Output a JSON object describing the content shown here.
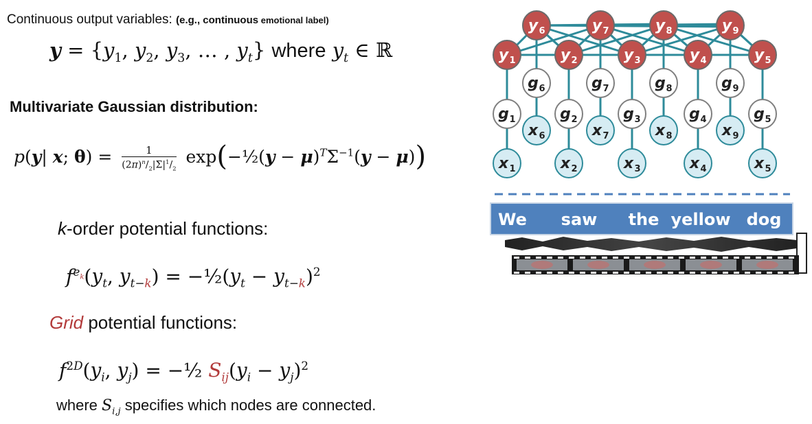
{
  "left": {
    "intro": "Continuous output variables:",
    "intro_example_prefix": "(e.g., ",
    "intro_example_bold": "continuous",
    "intro_example_suffix": " emotional label)",
    "y_def_lhs": "y = {y",
    "y_def_seq": "1, y2, y3, …, yt}",
    "y_def_where": "where",
    "y_def_rhs": "yt ∈ ℝ",
    "mvg_title": "Multivariate Gaussian distribution:",
    "korder_k": "k",
    "korder_rest": "-order potential functions:",
    "grid_word": "Grid",
    "grid_rest": " potential functions:",
    "where_pre": "where ",
    "where_sym": "Si,j",
    "where_post": " specifies which nodes are connected."
  },
  "graph": {
    "y_top": [
      "y6",
      "y7",
      "y8",
      "y9"
    ],
    "y_bottom": [
      "y1",
      "y2",
      "y3",
      "y4",
      "y5"
    ],
    "g_upper": [
      "g6",
      "g7",
      "g8",
      "g9"
    ],
    "g_lower": [
      "g1",
      "g2",
      "g3",
      "g4",
      "g5"
    ],
    "x_upper": [
      "x6",
      "x7",
      "x8",
      "x9"
    ],
    "x_lower": [
      "x1",
      "x2",
      "x3",
      "x4",
      "x5"
    ],
    "words": [
      "We",
      "saw",
      "the",
      "yellow",
      "dog"
    ],
    "colors": {
      "y_node": "#c0504d",
      "edge": "#2e8b9a",
      "x_node": "#d6ecf3",
      "g_node": "#ffffff",
      "banner": "#4f81bd"
    }
  }
}
